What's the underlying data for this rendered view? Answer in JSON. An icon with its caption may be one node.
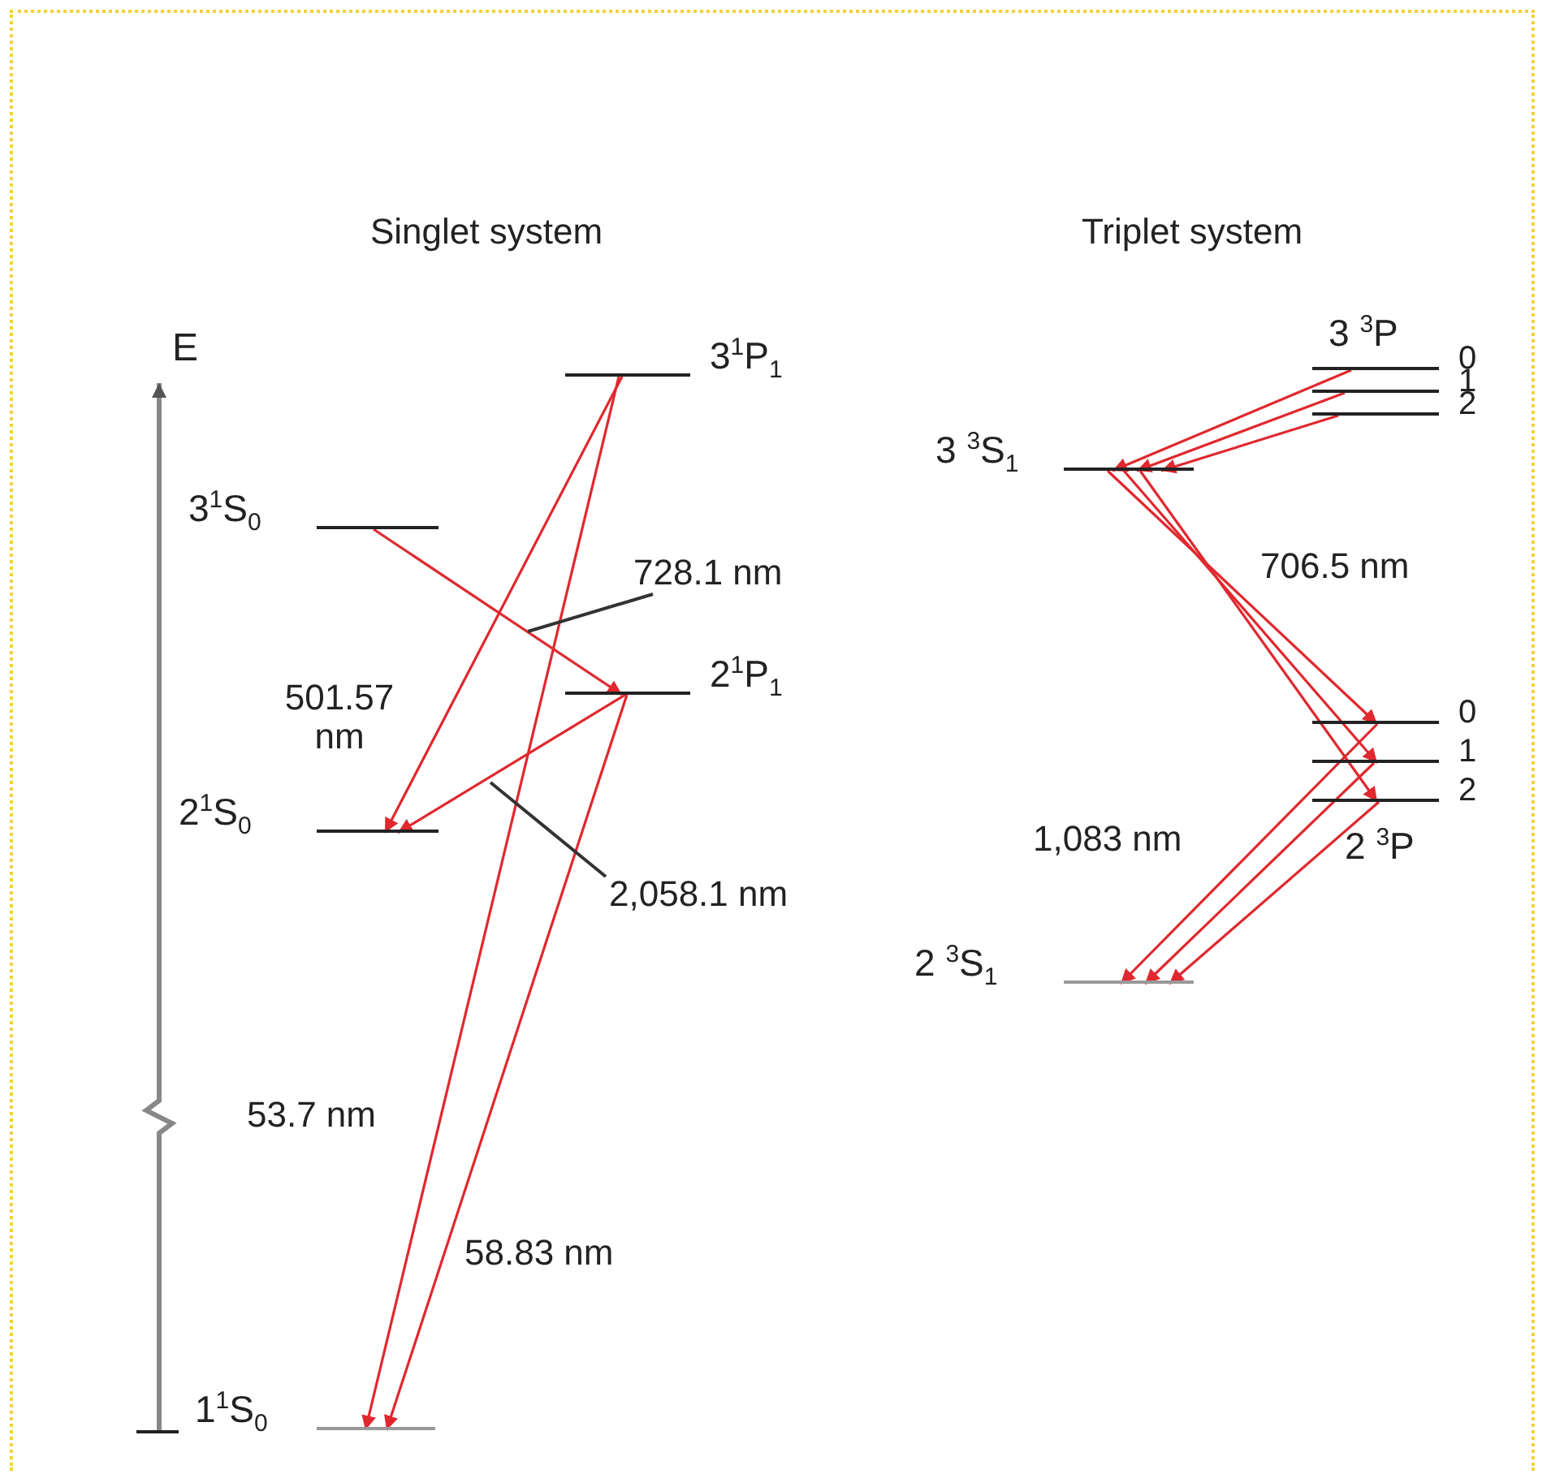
{
  "diagram": {
    "nodes": [
      {
        "text": [
          "3$^{1}$P$_{1}$"
        ]
      },
      {
        "text": [
          "3$^{1}$S$_{0}$"
        ]
      },
      {
        "text": [
          "2$^{1}$P$_{1}$"
        ]
      },
      {
        "text": [
          "2$^{1}$S$_{0}$"
        ]
      },
      {
        "text": [
          "1$^{1}$S$_{0}$"
        ]
      },
      {
        "text": [
          "3 $^{3}$P"
        ]
      },
      {
        "text": [
          "0"
        ],
        "in": 5
      },
      {
        "text": [
          "1"
        ],
        "in": 5
      },
      {
        "text": [
          "2"
        ],
        "in": 5
      },
      {
        "text": [
          "3 $^{3}$S$_{1}$"
        ]
      },
      {
        "text": [
          "2 $^{3}$P"
        ]
      },
      {
        "text": [
          "0"
        ],
        "in": 10
      },
      {
        "text": [
          "1"
        ],
        "in": 10
      },
      {
        "text": [
          "2"
        ],
        "in": 10
      },
      {
        "text": [
          "2 $^{3}$S$_{1}$"
        ]
      },
      {
        "text": [
          "728.1 nm"
        ]
      },
      {
        "text": [
          "2,058.1 nm"
        ]
      }
    ],
    "edges": [
      {
        "from": 1,
        "to": 2,
        "arrow": "to"
      },
      {
        "from": 0,
        "to": 3,
        "arrow": "to",
        "label": "501.57 nm"
      },
      {
        "from": 2,
        "to": 3,
        "arrow": "to"
      },
      {
        "from": 0,
        "to": 4,
        "arrow": "to",
        "label": "53.7 nm"
      },
      {
        "from": 2,
        "to": 4,
        "arrow": "to",
        "label": "58.83 nm"
      },
      {
        "from": 6,
        "to": 9,
        "arrow": "to"
      },
      {
        "from": 7,
        "to": 9,
        "arrow": "to"
      },
      {
        "from": 8,
        "to": 9,
        "arrow": "to"
      },
      {
        "from": 9,
        "to": 11,
        "arrow": "to"
      },
      {
        "from": 9,
        "to": 12,
        "arrow": "to"
      },
      {
        "from": 9,
        "to": 13,
        "arrow": "to"
      },
      {
        "from": 11,
        "to": 14,
        "arrow": "to"
      },
      {
        "from": 12,
        "to": 14,
        "arrow": "to"
      },
      {
        "from": 13,
        "to": 14,
        "arrow": "to"
      },
      {
        "from": 15,
        "to": null,
        "arrow": "none",
        "color": "#333333"
      },
      {
        "from": 16,
        "to": null,
        "arrow": "none",
        "color": "#333333"
      }
    ],
    "labels": [
      "Singlet system",
      "Triplet system",
      "E",
      "706.5 nm",
      "1,083 nm"
    ]
  }
}
